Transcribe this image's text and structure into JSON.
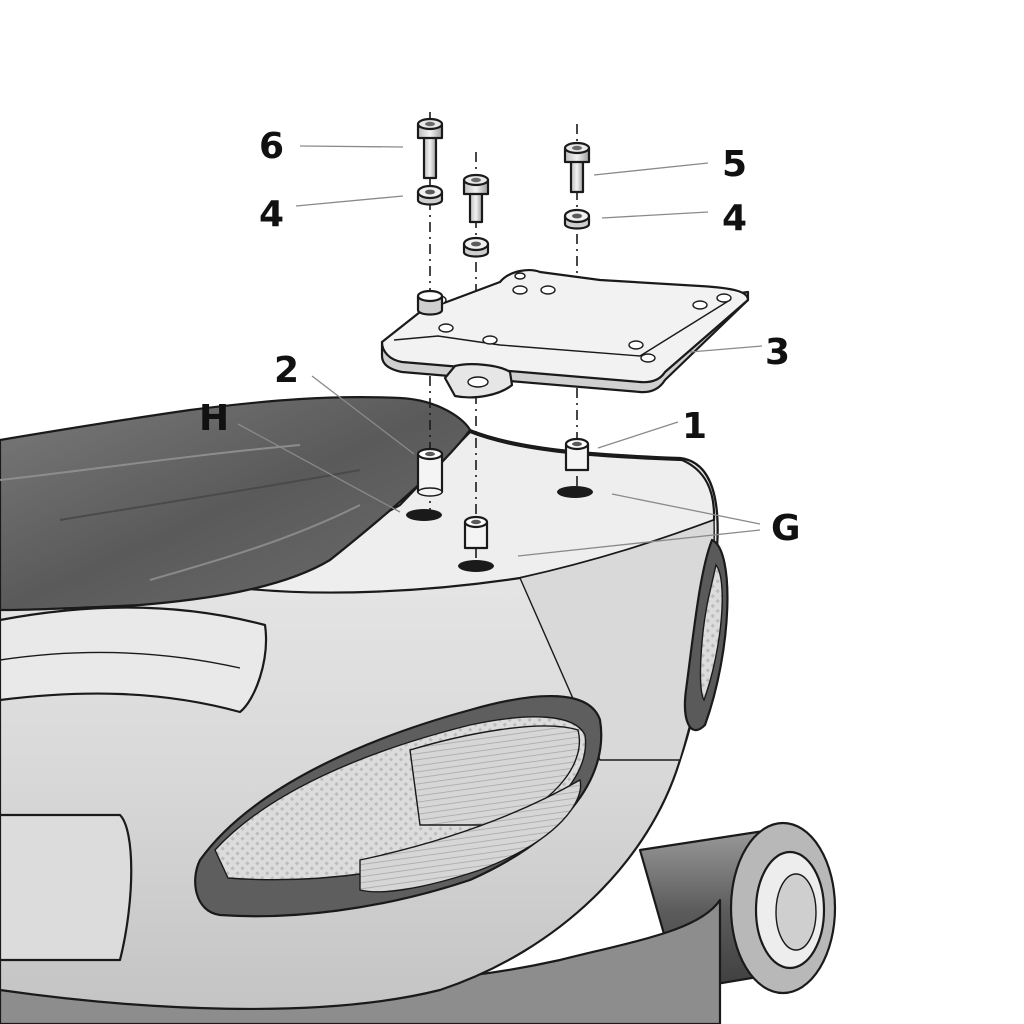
{
  "callouts": {
    "c6": "6",
    "c4_left": "4",
    "c5": "5",
    "c4_right": "4",
    "c3": "3",
    "c2": "2",
    "cH": "H",
    "c1": "1",
    "cG": "G"
  },
  "colors": {
    "ink": "#1a1a1a",
    "leader": "#8a8a8a",
    "body_light": "#e4e4e4",
    "body_mid": "#cfcfcf",
    "seat_dark": "#5e5e5e",
    "plate": "#f0f0f0"
  }
}
